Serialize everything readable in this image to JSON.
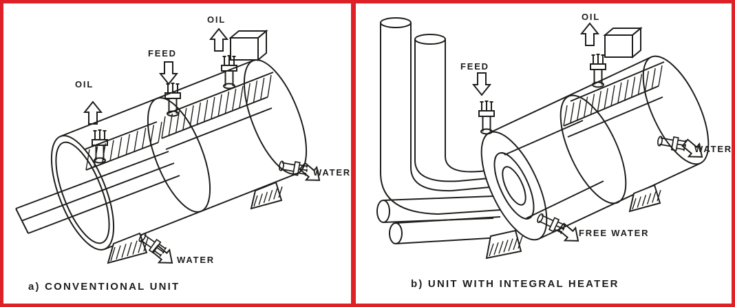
{
  "colors": {
    "frame": "#de2127",
    "ink": "#1d1d1b",
    "paper": "#ffffff"
  },
  "panel_a": {
    "caption": "a)  CONVENTIONAL UNIT",
    "labels": {
      "oil_left": "OIL",
      "feed": "FEED",
      "oil_right": "OIL",
      "water_side": "WATER",
      "water_bottom": "WATER"
    }
  },
  "panel_b": {
    "caption": "b)  UNIT WITH INTEGRAL HEATER",
    "labels": {
      "feed": "FEED",
      "oil": "OIL",
      "water": "WATER",
      "free_water": "FREE WATER"
    }
  }
}
